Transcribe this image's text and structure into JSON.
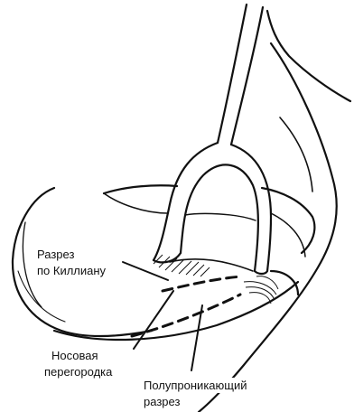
{
  "labels": {
    "killian_incision_line1": "Разрез",
    "killian_incision_line2": "по Киллиану",
    "nasal_septum_line1": "Носовая",
    "nasal_septum_line2": "перегородка",
    "semi_penetrating_line1": "Полупроникающий",
    "semi_penetrating_line2": "разрез"
  },
  "colors": {
    "ink": "#111111",
    "background": "#ffffff"
  }
}
